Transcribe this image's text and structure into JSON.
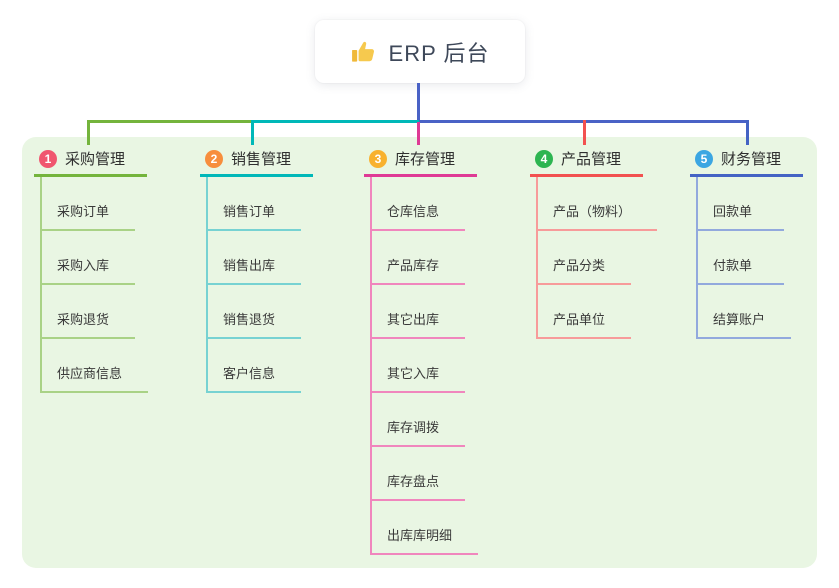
{
  "root_node": {
    "icon": "thumbs-up-icon",
    "label": "ERP 后台"
  },
  "connector": {
    "stem_color": "#4a62c6"
  },
  "canvas": {
    "panel_bg": "#e9f6e3",
    "page_bg": "#ffffff"
  },
  "branches": [
    {
      "num": "1",
      "title": "采购管理",
      "badge_color": "#f0566f",
      "color_strong": "#74b43c",
      "color_light": "#a9d286",
      "items": [
        "采购订单",
        "采购入库",
        "采购退货",
        "供应商信息"
      ]
    },
    {
      "num": "2",
      "title": "销售管理",
      "badge_color": "#f78e3d",
      "color_strong": "#00b8b8",
      "color_light": "#77d2d2",
      "items": [
        "销售订单",
        "销售出库",
        "销售退货",
        "客户信息"
      ]
    },
    {
      "num": "3",
      "title": "库存管理",
      "badge_color": "#f8b12e",
      "color_strong": "#df3a95",
      "color_light": "#f086bd",
      "items": [
        "仓库信息",
        "产品库存",
        "其它出库",
        "其它入库",
        "库存调拨",
        "库存盘点",
        "出库库明细"
      ]
    },
    {
      "num": "4",
      "title": "产品管理",
      "badge_color": "#2db551",
      "color_strong": "#f25150",
      "color_light": "#f79b9a",
      "items": [
        "产品（物料）",
        "产品分类",
        "产品单位"
      ]
    },
    {
      "num": "5",
      "title": "财务管理",
      "badge_color": "#3ba6e2",
      "color_strong": "#4463c4",
      "color_light": "#92a9dd",
      "items": [
        "回款单",
        "付款单",
        "结算账户"
      ]
    }
  ]
}
